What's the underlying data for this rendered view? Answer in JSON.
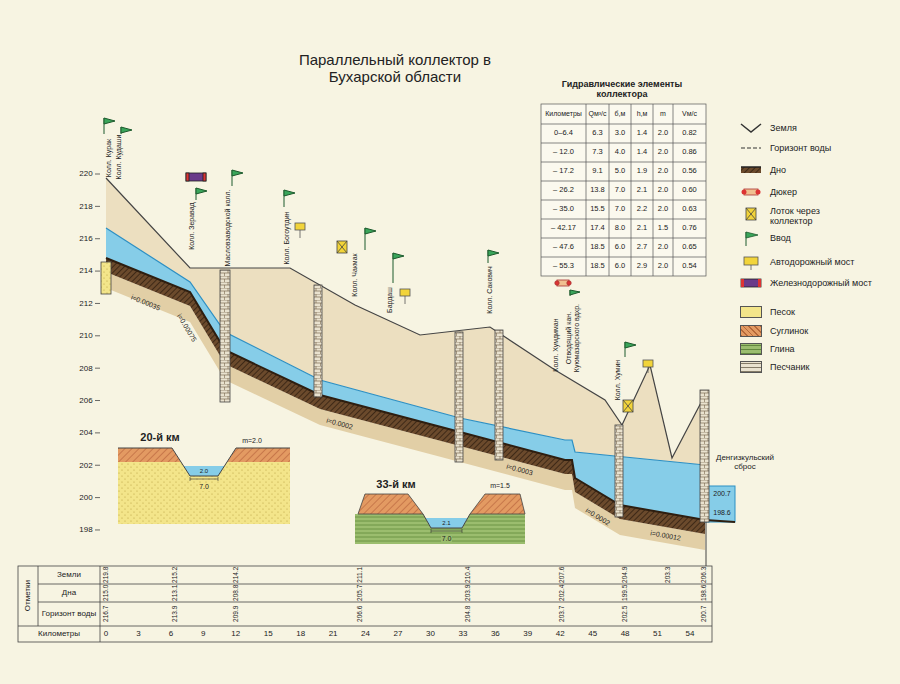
{
  "diagram": {
    "title": "Параллельный коллектор в Бухарской области",
    "labels": [
      "220",
      "218",
      "216",
      "214",
      "212",
      "210",
      "208",
      "206",
      "204",
      "202",
      "200",
      "198",
      "Гидравлические элементы коллектора",
      "Километры",
      "Qм³/с",
      "б,м",
      "h,м",
      "m",
      "Vм/с",
      "0–6.4",
      "6.3",
      "3.0",
      "1.4",
      "2.0",
      "0.82",
      "– 12.0",
      "7.3",
      "4.0",
      "1.4",
      "2.0",
      "0.86",
      "– 17.2",
      "9.1",
      "5.0",
      "1.9",
      "2.0",
      "0.56",
      "– 26.2",
      "13.8",
      "7.0",
      "2.1",
      "2.0",
      "0.60",
      "– 35.0",
      "15.5",
      "7.0",
      "2.2",
      "2.0",
      "0.63",
      "– 42.17",
      "17.4",
      "8.0",
      "2.1",
      "1.5",
      "0.76",
      "– 47.6",
      "18.5",
      "6.0",
      "2.7",
      "2.0",
      "0.65",
      "– 55.3",
      "18.5",
      "6.0",
      "2.9",
      "2.0",
      "0.54",
      "Колл. Курак",
      "Колл. Кудаши",
      "Колл. Зеравад",
      "Масловзаводской колл.",
      "Колл. Богоутдин",
      "Колл. Чакмак",
      "Бардаш",
      "Колл. Сакович",
      "Колл. Хумдиман",
      "Отводящий кан. Куюмазарского вдхр.",
      "Колл. Хумин",
      "Денгизкульский сброс",
      "200.7",
      "198.6",
      "i=0.00035",
      "i=0.00075",
      "i=0.0002",
      "i=0.0003",
      "i=0.0002",
      "i=0.00012",
      "20-й км",
      "m=2.0",
      "2.0",
      "7.0",
      "33-й км",
      "m=1.5",
      "2.1",
      "7.0",
      "Отметки",
      "Земли",
      "Дна",
      "Горизонт воды",
      "Километры",
      "0",
      "3",
      "6",
      "9",
      "12",
      "15",
      "18",
      "21",
      "24",
      "27",
      "30",
      "33",
      "36",
      "39",
      "42",
      "45",
      "48",
      "51",
      "54",
      "219.8",
      "215.2",
      "214.2",
      "211.1",
      "210.4",
      "207.6",
      "204.9",
      "203.3",
      "206.3",
      "215.0",
      "213.1",
      "208.8",
      "205.7",
      "203.9",
      "202.4",
      "199.5",
      "198.6",
      "216.7",
      "213.9",
      "209.9",
      "206.6",
      "204.8",
      "203.7",
      "202.5",
      "200.7"
    ],
    "legend": [
      {
        "text": "Земля"
      },
      {
        "text": "Горизонт воды"
      },
      {
        "text": "Дно"
      },
      {
        "text": "Дюкер"
      },
      {
        "text": "Лоток через коллектор"
      },
      {
        "text": "Ввод"
      },
      {
        "text": "Автодорожный мост"
      },
      {
        "text": "Железнодорожный мост"
      },
      {
        "text": "Песок",
        "color": "#f3e58a"
      },
      {
        "text": "Суглинок",
        "color": "#e39a62"
      },
      {
        "text": "Глина",
        "color": "#9bbd6e"
      },
      {
        "text": "Песчаник",
        "color": "#e9e2cf"
      }
    ]
  }
}
